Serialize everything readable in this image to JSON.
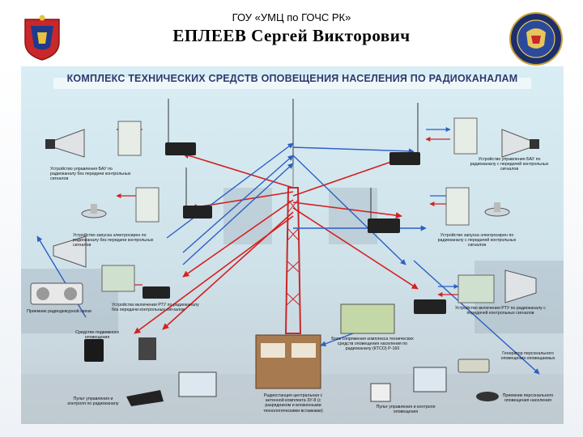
{
  "header": {
    "org": "ГОУ «УМЦ по ГОЧС РК»",
    "person": "ЕПЛЕЕВ Сергей Викторович"
  },
  "poster": {
    "title": "КОМПЛЕКС ТЕХНИЧЕСКИХ СРЕДСТВ ОПОВЕЩЕНИЯ НАСЕЛЕНИЯ ПО РАДИОКАНАЛАМ",
    "captions": {
      "left_top": "Устройство управления БАУ по радиоканалу без передачи контрольных сигналов",
      "left_mid": "Устройство запуска электросирен по радиоканалу без передачи контрольных сигналов",
      "left_rtu": "Устройство включения РТУ по радиоканалу без передачи контрольных сигналов",
      "left_receiver": "Приемник радиодежурной связи",
      "left_speaker": "Средство подвижного оповещения",
      "left_console": "Пульт управления и контроля по радиоканалу",
      "center_complex": "Блок сопряжения комплекса технических средств оповещения населения по радиоканалу (КТСО) Р-160",
      "center_station": "Радиостанция центральная с антенной комплекта ЗУ-8 (с разрядником и вложенными технологическими вставками)",
      "center_console": "Пульт управления и контроля оповещения",
      "right_top": "Устройство управления БАУ по радиоканалу с передачей контрольных сигналов",
      "right_mid": "Устройство запуска электросирен по радиоканалу с передачей контрольных сигналов",
      "right_rtu": "Устройство включения РТУ по радиоканалу с передачей контрольных сигналов",
      "right_generator": "Генератор персонального оповещения оповещаемых",
      "right_receiver": "Приемник персонального оповещения населения"
    }
  },
  "colors": {
    "arrow_red": "#d42020",
    "arrow_blue": "#2b5fc4",
    "title": "#2a3b6e"
  }
}
